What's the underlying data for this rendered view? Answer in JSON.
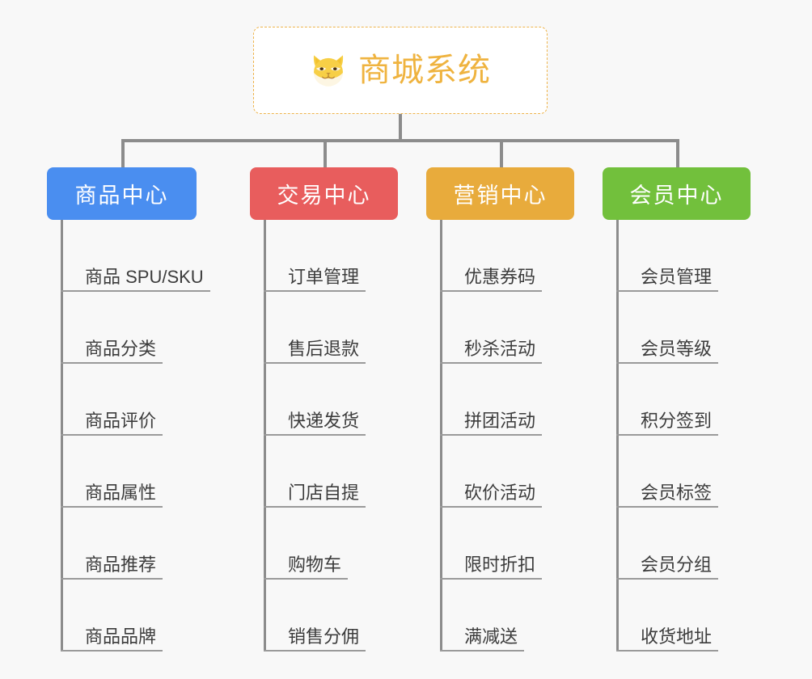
{
  "diagram": {
    "type": "mindmap",
    "background_color": "#f8f8f8",
    "connector_color": "#8c8c8c",
    "root": {
      "title": "商城系统",
      "icon": "dog-face-icon",
      "text_color": "#efb33f",
      "border_color": "#eeb44c",
      "background_color": "#ffffff"
    },
    "branches": [
      {
        "label": "商品中心",
        "color": "#4a8ef0",
        "leaves": [
          "商品 SPU/SKU",
          "商品分类",
          "商品评价",
          "商品属性",
          "商品推荐",
          "商品品牌"
        ]
      },
      {
        "label": "交易中心",
        "color": "#e85d5d",
        "leaves": [
          "订单管理",
          "售后退款",
          "快递发货",
          "门店自提",
          "购物车",
          "销售分佣"
        ]
      },
      {
        "label": "营销中心",
        "color": "#e8ab3c",
        "leaves": [
          "优惠券码",
          "秒杀活动",
          "拼团活动",
          "砍价活动",
          "限时折扣",
          "满减送"
        ]
      },
      {
        "label": "会员中心",
        "color": "#72c03c",
        "leaves": [
          "会员管理",
          "会员等级",
          "积分签到",
          "会员标签",
          "会员分组",
          "收货地址"
        ]
      }
    ]
  }
}
